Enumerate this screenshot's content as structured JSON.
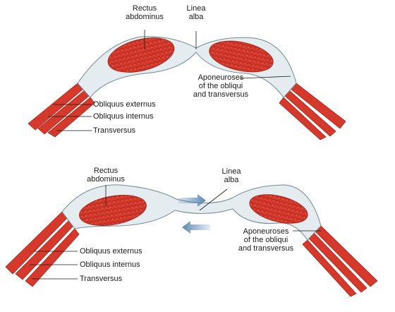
{
  "top_panel": {
    "rectus": [
      "Rectus",
      "abdominus"
    ],
    "linea": [
      "Linea",
      "alba"
    ],
    "aponeuroses": [
      "Aponeuroses",
      "of the obliqui",
      "and transversus"
    ],
    "obliquus_externus": "Obliquus externus",
    "obliquus_internus": "Obliquus internus",
    "transversus": "Transversus"
  },
  "bottom_panel": {
    "rectus": [
      "Rectus",
      "abdominus"
    ],
    "linea": [
      "Linea",
      "alba"
    ],
    "aponeuroses": [
      "Aponeuroses",
      "of the obliqui",
      "and transversus"
    ],
    "obliquus_externus": "Obliquus externus",
    "obliquus_internus": "Obliquus internus",
    "transversus": "Transversus"
  },
  "colors": {
    "muscle": "#d4392b",
    "muscle_dark": "#a8261c",
    "sheath": "#e4ecf0",
    "sheath_edge": "#6f8994",
    "arrow": "#5b88b3"
  }
}
